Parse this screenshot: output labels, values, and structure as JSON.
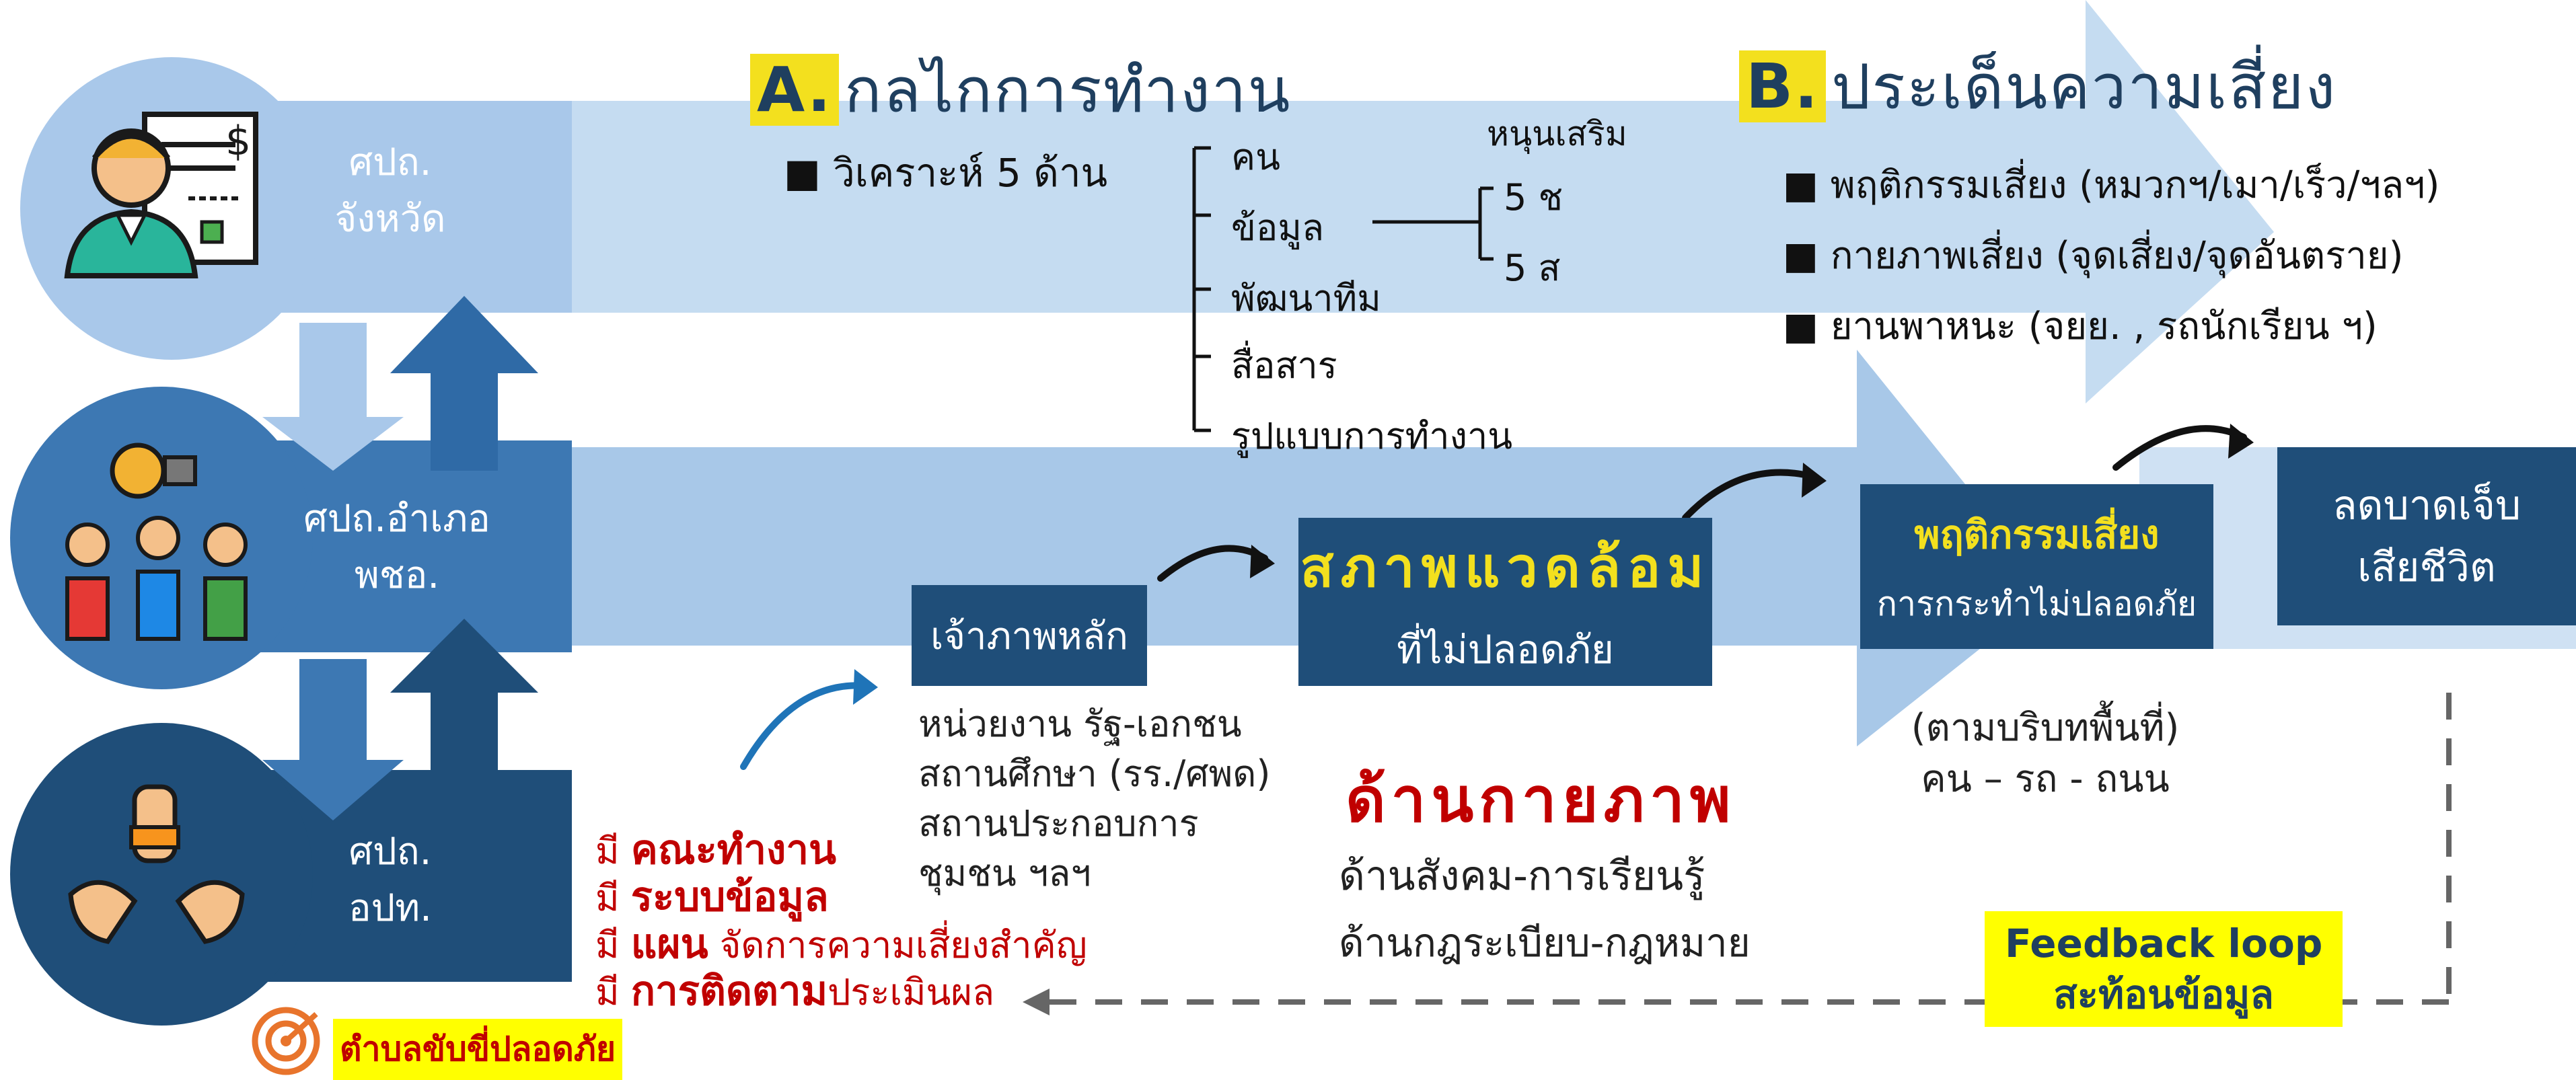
{
  "levels": [
    {
      "id": "province",
      "line1": "ศปถ.",
      "line2": "จังหวัด"
    },
    {
      "id": "district",
      "line1": "ศปถ.อำเภอ",
      "line2": "พชอ."
    },
    {
      "id": "local",
      "line1": "ศปถ.",
      "line2": "อปท."
    }
  ],
  "mechanism": {
    "letter": "A.",
    "title": "กลไกการทำงาน",
    "analysis_label": "■ วิเคราะห์ 5 ด้าน",
    "branches": [
      "คน",
      "ข้อมูล",
      "พัฒนาทีม",
      "สื่อสาร",
      "รูปแบบการทำงาน"
    ],
    "reinforce_label": "หนุนเสริม",
    "reinforce_items": [
      "5 ช",
      "5 ส"
    ]
  },
  "risk": {
    "letter": "B.",
    "title": "ประเด็นความเสี่ยง",
    "items": [
      "พฤติกรรมเสี่ยง (หมวกฯ/เมา/เร็ว/ฯลฯ)",
      "กายภาพเสี่ยง (จุดเสี่ยง/จุดอันตราย)",
      "ยานพาหนะ (จยย. , รถนักเรียน ฯ)"
    ]
  },
  "host": {
    "box": "เจ้าภาพหลัก",
    "lines": [
      "หน่วยงาน รัฐ-เอกชน",
      "สถานศึกษา (รร./ศพด)",
      "สถานประกอบการ",
      "ชุมชน ฯลฯ"
    ]
  },
  "environment": {
    "title": "สภาพแวดล้อม",
    "subtitle": "ที่ไม่ปลอดภัย",
    "physical": "ด้านกายภาพ",
    "social": "ด้านสังคม-การเรียนรู้",
    "legal": "ด้านกฎระเบียบ-กฎหมาย"
  },
  "behavior": {
    "title": "พฤติกรรมเสี่ยง",
    "subtitle": "การกระทำไม่ปลอดภัย",
    "context": "(ตามบริบทพื้นที่)",
    "context2": "คน – รถ - ถนน"
  },
  "outcome": {
    "line1": "ลดบาดเจ็บ",
    "line2": "เสียชีวิต"
  },
  "requirements": [
    {
      "prefix": "มี ",
      "bold": "คณะทำงาน",
      "rest": ""
    },
    {
      "prefix": "มี ",
      "bold": "ระบบข้อมูล",
      "rest": ""
    },
    {
      "prefix": "มี ",
      "bold": "แผน",
      "rest": " จัดการความเสี่ยงสำคัญ"
    },
    {
      "prefix": "มี ",
      "bold": "การติดตาม",
      "rest": "ประเมินผล"
    }
  ],
  "feedback": {
    "line1": "Feedback loop",
    "line2": "สะท้อนข้อมูล"
  },
  "safe_tambon": "ตำบลขับขี่ปลอดภัย",
  "colors": {
    "light_blue": "#b9d3ec",
    "mid_blue": "#3d78b3",
    "dark_blue": "#1f4e79",
    "highlight": "#f3e01e",
    "red": "#c00000"
  }
}
